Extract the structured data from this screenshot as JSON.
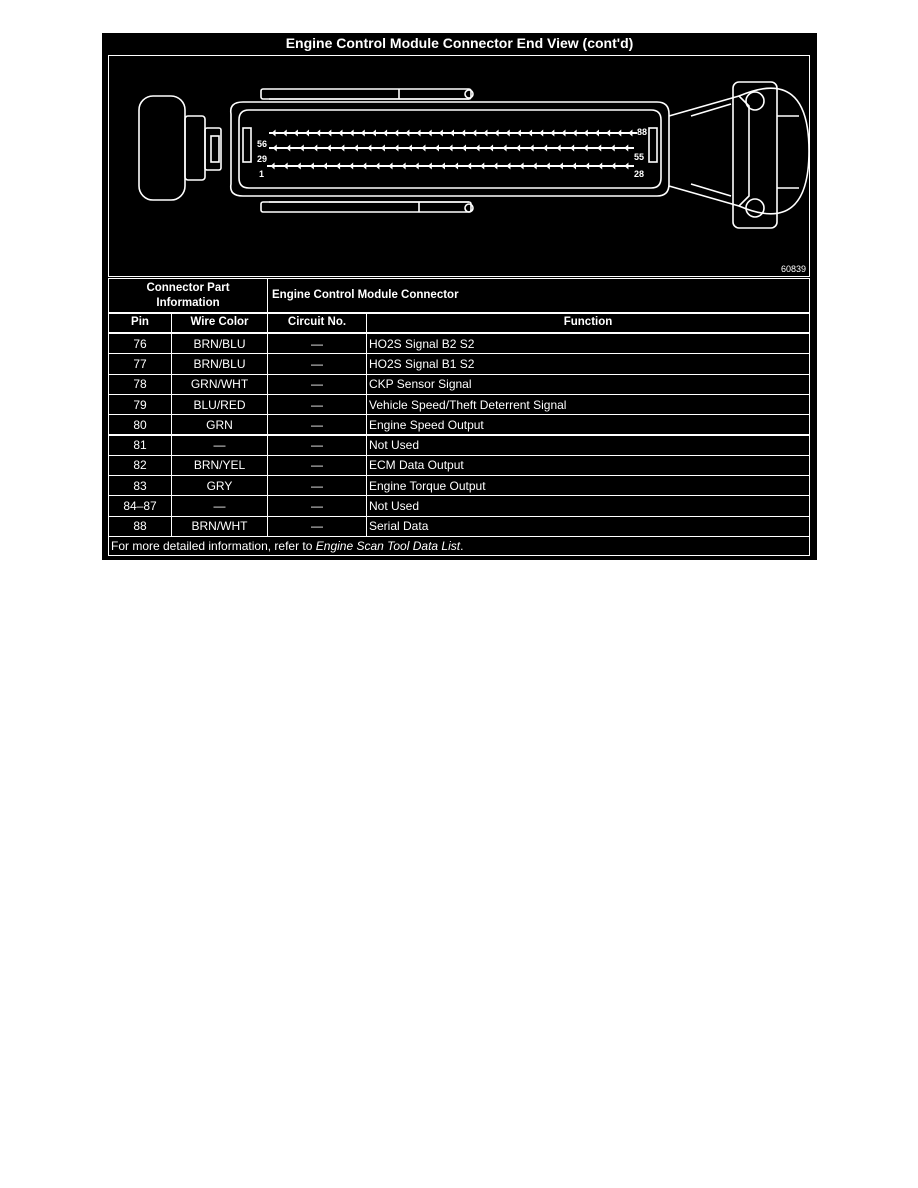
{
  "title": "Engine Control Module Connector End View (cont'd)",
  "figure": {
    "id": "60839",
    "pin_labels": {
      "top_left": "56",
      "top_right": "88",
      "mid_left": "29",
      "mid_right": "55",
      "bottom_left": "1",
      "bottom_right": "28"
    }
  },
  "table": {
    "part_info_header": "Connector Part Information",
    "connector_name": "Engine Control Module Connector",
    "columns": [
      "Pin",
      "Wire Color",
      "Circuit No.",
      "Function"
    ],
    "rows": [
      {
        "pin": "76",
        "wire_color": "BRN/BLU",
        "circuit": "—",
        "function": "HO2S Signal B2 S2"
      },
      {
        "pin": "77",
        "wire_color": "BRN/BLU",
        "circuit": "—",
        "function": "HO2S Signal B1 S2"
      },
      {
        "pin": "78",
        "wire_color": "GRN/WHT",
        "circuit": "—",
        "function": "CKP Sensor Signal"
      },
      {
        "pin": "79",
        "wire_color": "BLU/RED",
        "circuit": "—",
        "function": "Vehicle Speed/Theft Deterrent Signal"
      },
      {
        "pin": "80",
        "wire_color": "GRN",
        "circuit": "—",
        "function": "Engine Speed Output"
      },
      {
        "pin": "81",
        "wire_color": "—",
        "circuit": "—",
        "function": "Not Used"
      },
      {
        "pin": "82",
        "wire_color": "BRN/YEL",
        "circuit": "—",
        "function": "ECM Data Output"
      },
      {
        "pin": "83",
        "wire_color": "GRY",
        "circuit": "—",
        "function": "Engine Torque Output"
      },
      {
        "pin": "84–87",
        "wire_color": "—",
        "circuit": "—",
        "function": "Not Used"
      },
      {
        "pin": "88",
        "wire_color": "BRN/WHT",
        "circuit": "—",
        "function": "Serial Data"
      }
    ],
    "footer": {
      "prefix": "For more detailed information, refer to ",
      "reference": "Engine Scan Tool Data List",
      "suffix": "."
    }
  }
}
